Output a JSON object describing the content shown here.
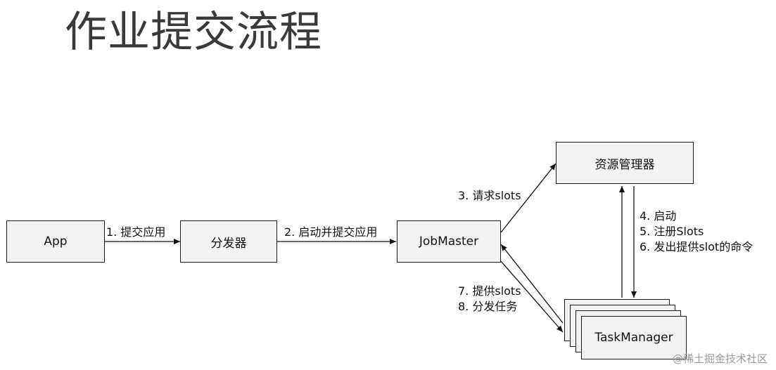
{
  "title": "作业提交流程",
  "nodes": {
    "app": "App",
    "dispatcher": "分发器",
    "jobmaster": "JobMaster",
    "resource_manager": "资源管理器",
    "task_manager": "TaskManager"
  },
  "edges": {
    "submit_app": "1. 提交应用",
    "start_submit": "2. 启动并提交应用",
    "request_slots": "3. 请求slots",
    "rm_tm": [
      "4. 启动",
      "5. 注册Slots",
      "6. 发出提供slot的命令"
    ],
    "tm_jm": [
      "7. 提供slots",
      "8. 分发任务"
    ]
  },
  "watermark": "@稀土掘金技术社区"
}
